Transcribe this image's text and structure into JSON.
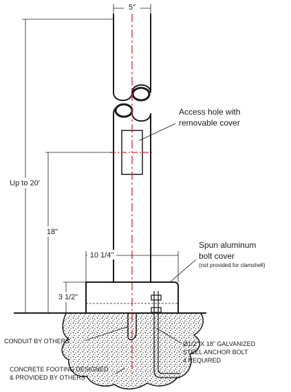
{
  "dimensions": {
    "pole_diameter": "5\"",
    "overall_height": "Up to 20'",
    "hole_height": "18\"",
    "cover_width": "10 1/4\"",
    "cover_height": "3 1/2\""
  },
  "callouts": {
    "access_hole_line1": "Access hole with",
    "access_hole_line2": "removable cover",
    "bolt_cover_line1": "Spun aluminum",
    "bolt_cover_line2": "bolt cover",
    "bolt_cover_note": "(not provided for clamshell)",
    "conduit": "CONDUIT BY OTHERS",
    "anchor_line1": "Ø1/2\" X 18\" GALVANIZED",
    "anchor_line2": "STEEL ANCHOR BOLT",
    "anchor_line3": "4 REQUIRED",
    "footing_line1": "CONCRETE FOOTING DESIGNED",
    "footing_line2": "& PROVIDED BY OTHERS"
  },
  "colors": {
    "line": "#1a1a1a",
    "centerline": "#e0262b",
    "concrete_dot": "#2a2a2a"
  }
}
